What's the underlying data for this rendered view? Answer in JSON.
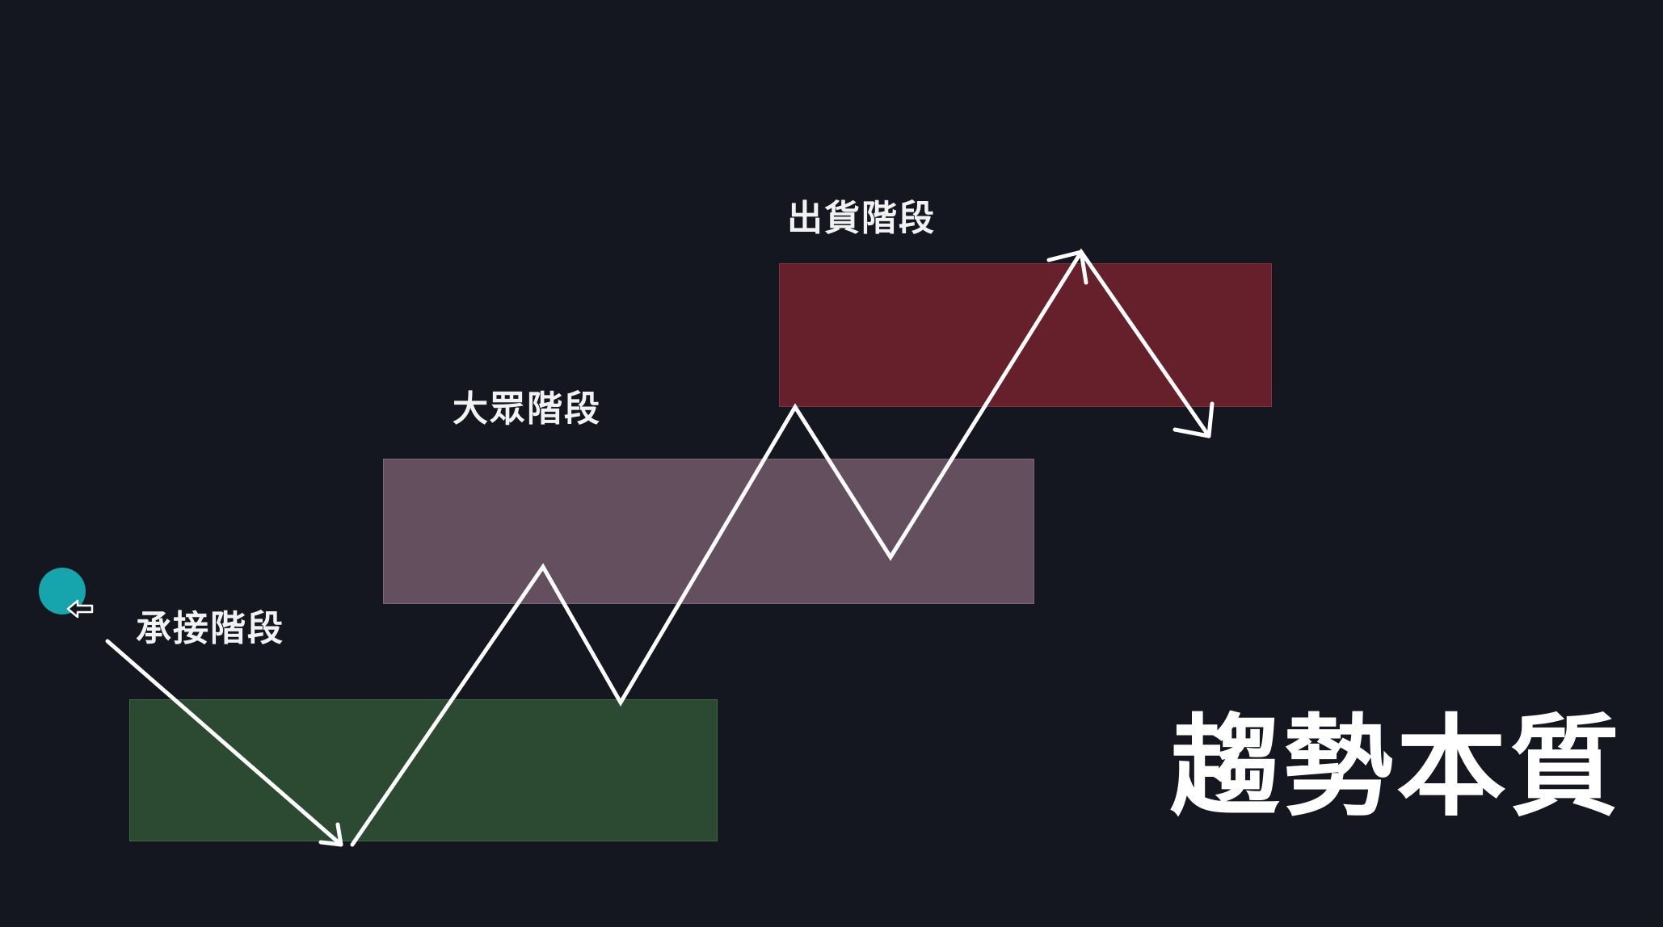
{
  "zones": {
    "accumulation": {
      "label": "承接階段",
      "color": "#2b4a31"
    },
    "public": {
      "label": "大眾階段",
      "color": "#644f5f"
    },
    "distribution": {
      "label": "出貨階段",
      "color": "#65202c"
    }
  },
  "title": "趨勢本質",
  "colors": {
    "background": "#141720",
    "path": "#ffffff",
    "cursor": "#16a4ad"
  },
  "icons": {
    "cursor": "pointer-hand-icon"
  }
}
